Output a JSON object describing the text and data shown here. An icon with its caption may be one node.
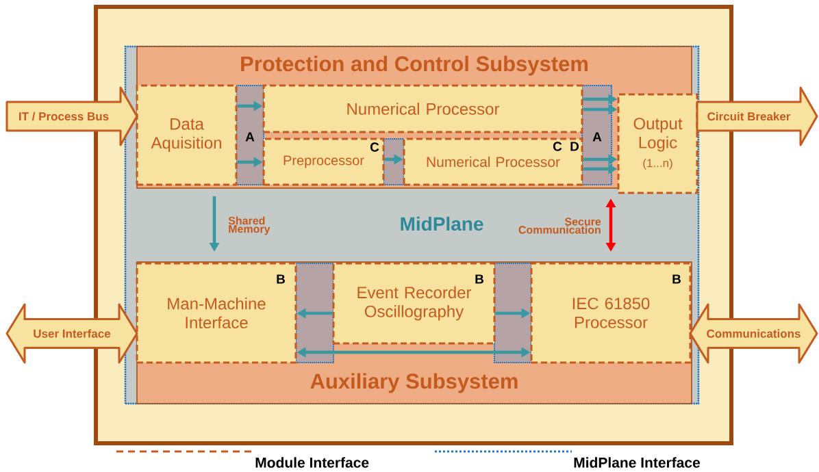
{
  "diagram": {
    "nodes": [
      {
        "text": [
          "MidPlane"
        ]
      },
      {
        "text": [
          "Protection and Control Subsystem"
        ],
        "in": 0
      },
      {
        "text": [
          "Data Aquisition"
        ],
        "in": 1
      },
      {
        "text": [
          "Numerical Processor"
        ],
        "in": 1
      },
      {
        "text": [
          "Preprocessor"
        ],
        "in": 1
      },
      {
        "text": [
          "Numerical Processor"
        ],
        "in": 1
      },
      {
        "text": [
          "Output Logic",
          "(1...n)"
        ],
        "in": 0
      },
      {
        "text": [
          "Auxiliary Subsystem"
        ],
        "in": 0
      },
      {
        "text": [
          "Man-Machine Interface"
        ],
        "in": 7
      },
      {
        "text": [
          "Event Recorder Oscillography"
        ],
        "in": 7
      },
      {
        "text": [
          "IEC 61850 Processor"
        ],
        "in": 7
      },
      {
        "text": [
          "IT / Process Bus"
        ]
      },
      {
        "text": [
          "Circuit Breaker"
        ]
      },
      {
        "text": [
          "User Interface"
        ]
      },
      {
        "text": [
          "Communications"
        ]
      }
    ],
    "edges": [
      {
        "from": 2,
        "to": 3,
        "arrow": "to"
      },
      {
        "from": 2,
        "to": 4,
        "arrow": "to"
      },
      {
        "from": 4,
        "to": 5,
        "arrow": "to"
      },
      {
        "from": 3,
        "to": 6,
        "arrow": "to"
      },
      {
        "from": 3,
        "to": 6,
        "arrow": "to"
      },
      {
        "from": 5,
        "to": 6,
        "arrow": "to"
      },
      {
        "from": 5,
        "to": 6,
        "arrow": "to"
      },
      {
        "from": 9,
        "to": 8,
        "arrow": "to"
      },
      {
        "from": 9,
        "to": 10,
        "arrow": "to"
      },
      {
        "from": 8,
        "to": 10,
        "arrow": "both"
      }
    ],
    "labels": [
      "A",
      "C",
      "C",
      "D",
      "A",
      "Shared Memory",
      "Secure Communication",
      "B",
      "B",
      "B"
    ],
    "legend": [
      {
        "text": "Module Interface"
      },
      {
        "text": "MidPlane Interface"
      }
    ]
  }
}
